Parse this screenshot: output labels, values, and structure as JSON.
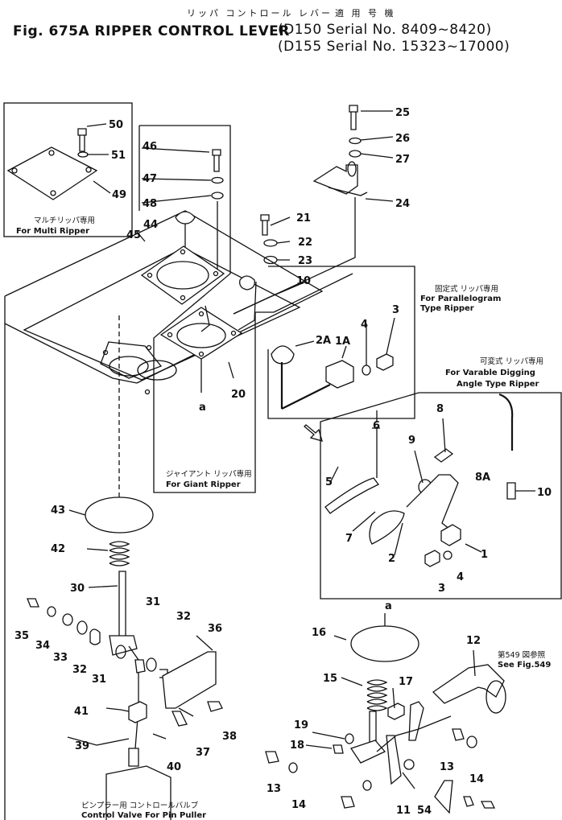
{
  "header": {
    "jp_title": "リッパ コントロール レバー",
    "jp_applicable": "適 用 号 機",
    "fig_title": "Fig. 675A  RIPPER CONTROL LEVER",
    "serial_1": "(D150 Serial No. 8409~8420)",
    "serial_2": "(D155 Serial No. 15323~17000)"
  },
  "captions": {
    "multi_jp": "マルチリッパ専用",
    "multi_en": "For  Multi  Ripper",
    "para_jp": "固定式 リッパ専用",
    "para_en1": "For  Parallelogram",
    "para_en2": "Type  Ripper",
    "var_jp": "可変式  リッパ専用",
    "var_en1": "For  Varable  Digging",
    "var_en2": "Angle  Type  Ripper",
    "giant_jp": "ジャイアント リッパ専用",
    "giant_en": "For  Giant  Ripper",
    "fig549_jp": "第549 図参照",
    "fig549_en": "See  Fig.549",
    "valve_jp": "ピンプラー用 コントロールバルブ",
    "valve_en": "Control  Valve  For  Pin  Puller"
  },
  "part_numbers": {
    "p50": "50",
    "p51": "51",
    "p49": "49",
    "p46": "46",
    "p47": "47",
    "p48": "48",
    "p44": "44",
    "p45": "45",
    "p25": "25",
    "p26": "26",
    "p27": "27",
    "p24": "24",
    "p21": "21",
    "p22": "22",
    "p23": "23",
    "p10a": "10",
    "p2A": "2A",
    "p1A": "1A",
    "p4a": "4",
    "p3a": "3",
    "p20": "20",
    "pa1": "a",
    "p6": "6",
    "p9": "9",
    "p8": "8",
    "p8A": "8A",
    "p10b": "10",
    "p5": "5",
    "p7": "7",
    "p2": "2",
    "p1": "1",
    "p4b": "4",
    "p3b": "3",
    "p43": "43",
    "p42": "42",
    "p30": "30",
    "p35": "35",
    "p34": "34",
    "p33": "33",
    "p32a": "32",
    "p31a": "31",
    "p31b": "31",
    "p32b": "32",
    "p36": "36",
    "p41": "41",
    "p39": "39",
    "p40": "40",
    "p37": "37",
    "p38": "38",
    "pa2": "a",
    "p16": "16",
    "p15": "15",
    "p17": "17",
    "p12": "12",
    "p19": "19",
    "p18": "18",
    "p13a": "13",
    "p14a": "14",
    "p13b": "13",
    "p14b": "14",
    "p11": "11",
    "p54": "54"
  }
}
